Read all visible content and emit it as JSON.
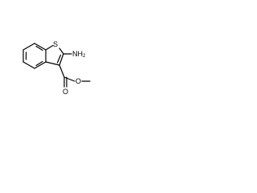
{
  "molecule": {
    "atoms": {
      "sulfur": "S",
      "amine": "NH",
      "amine_subscript": "2",
      "carbonyl_oxygen": "O",
      "ester_oxygen": "O"
    },
    "colors": {
      "bond": "#000000",
      "label": "#000000",
      "background": "#ffffff"
    }
  }
}
